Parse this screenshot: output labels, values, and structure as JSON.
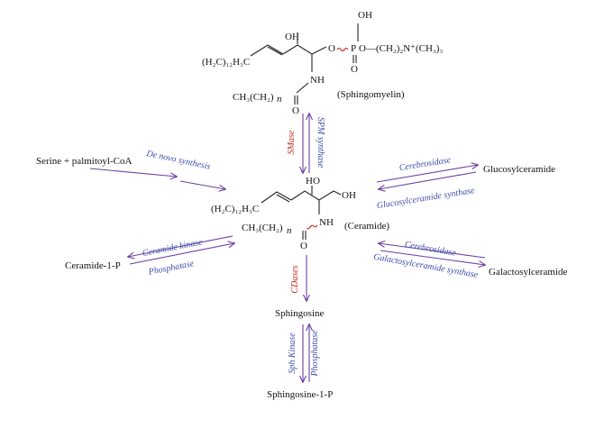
{
  "colors": {
    "arrow": "#6b3fa0",
    "enzyme_blue": "#3d4ea8",
    "enzyme_red": "#c8281e",
    "bond_cut": "#d03a2a"
  },
  "molecules": {
    "sphingomyelin": {
      "oh_top": "OH",
      "oh": "OH",
      "tail": "(H₂C)₁₂H₃C",
      "phospho_o": "O",
      "phospho_p": "P",
      "phospho_chain": "O—(CH₂)₂N⁺(CH₃)₃",
      "nh": "NH",
      "acyl": "CH₃(CH₂)",
      "n": "n",
      "carbonyl_o": "O",
      "name": "(Sphingomyelin)"
    },
    "ceramide": {
      "oh_mid": "HO",
      "oh_end": "OH",
      "tail": "(H₂C)₁₂H₃C",
      "nh": "NH",
      "acyl": "CH₃(CH₂)",
      "n": "n",
      "carbonyl_o": "O",
      "name": "(Ceramide)"
    }
  },
  "labels": {
    "serine": "Serine + palmitoyl-CoA",
    "glucosylceramide": "Glucosylceramide",
    "galactosylceramide": "Galactosylceramide",
    "ceramide1p": "Ceramide-1-P",
    "sphingosine": "Sphingosine",
    "sphingosine1p": "Sphingosine-1-P"
  },
  "enzymes": {
    "smase": "SMase",
    "spm_synthase": "SPM synthase",
    "de_novo": "De novo synthesis",
    "cerebrosidase_1": "Cerebrosidase",
    "glucosylceramide_synthase": "Glucosylceramide synthase",
    "cerebrosidase_2": "Cerebrosidase",
    "galactosylceramide_synthase": "Galactosylceramide synthase",
    "ceramide_kinase": "Ceramide kinase",
    "phosphatase_1": "Phosphatase",
    "cdases": "CDases",
    "sph_kinase": "Sph Kinase",
    "phosphatase_2": "Phosphatase"
  }
}
